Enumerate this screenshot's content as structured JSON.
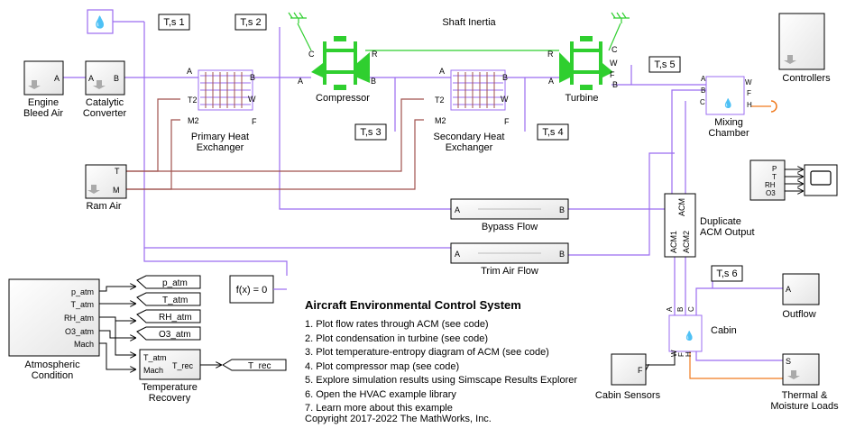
{
  "title": "Aircraft Environmental Control System",
  "links": [
    "1. Plot flow rates through ACM (see code)",
    "2. Plot condensation in turbine (see code)",
    "3. Plot temperature-entropy diagram of ACM (see code)",
    "4. Plot compressor map (see code)",
    "5. Explore simulation results using Simscape Results Explorer",
    "6. Open the HVAC example library",
    "7. Learn more about this example"
  ],
  "copyright": "Copyright 2017-2022 The MathWorks, Inc.",
  "blocks": {
    "engine_bleed": {
      "line1": "Engine",
      "line2": "Bleed Air",
      "port": "A"
    },
    "catalytic": {
      "line1": "Catalytic",
      "line2": "Converter",
      "port_a": "A",
      "port_b": "B"
    },
    "ram_air": {
      "label": "Ram Air",
      "port_t": "T",
      "port_m": "M"
    },
    "primary_hx": {
      "line1": "Primary Heat",
      "line2": "Exchanger",
      "port_a": "A",
      "port_b": "B",
      "port_t2": "T2",
      "port_m2": "M2",
      "port_w": "W",
      "port_f": "F"
    },
    "secondary_hx": {
      "line1": "Secondary Heat",
      "line2": "Exchanger",
      "port_a": "A",
      "port_b": "B",
      "port_t2": "T2",
      "port_m2": "M2",
      "port_w": "W",
      "port_f": "F"
    },
    "compressor": {
      "label": "Compressor",
      "port_a": "A",
      "port_b": "B",
      "port_c": "C",
      "port_r": "R"
    },
    "turbine": {
      "label": "Turbine",
      "port_a": "A",
      "port_b": "B",
      "port_c": "C",
      "port_r": "R",
      "port_w": "W",
      "port_f": "F"
    },
    "shaft": {
      "label": "Shaft Inertia"
    },
    "mixing": {
      "line1": "Mixing",
      "line2": "Chamber",
      "port_a": "A",
      "port_b": "B",
      "port_c": "C",
      "port_w": "W",
      "port_f": "F",
      "port_h": "H"
    },
    "controllers": {
      "label": "Controllers"
    },
    "bypass": {
      "label": "Bypass Flow",
      "port_a": "A",
      "port_b": "B"
    },
    "trim": {
      "label": "Trim Air Flow",
      "port_a": "A",
      "port_b": "B"
    },
    "dup_acm": {
      "line1": "Duplicate",
      "line2": "ACM Output",
      "acm": "ACM",
      "acm1": "ACM1",
      "acm2": "ACM2"
    },
    "scope_mux": {
      "p": "P",
      "t": "T",
      "rh": "RH",
      "o3": "O3"
    },
    "atmospheric": {
      "line1": "Atmospheric",
      "line2": "Condition",
      "ports": [
        "p_atm",
        "T_atm",
        "RH_atm",
        "O3_atm",
        "Mach"
      ]
    },
    "temp_recovery": {
      "line1": "Temperature",
      "line2": "Recovery",
      "in1": "T_atm",
      "in2": "Mach",
      "out": "T_rec"
    },
    "goto_tags": [
      "p_atm",
      "T_atm",
      "RH_atm",
      "O3_atm"
    ],
    "trec_tag": "T_rec",
    "fx": "f(x) = 0",
    "cabin": {
      "label": "Cabin",
      "ports": [
        "A",
        "B",
        "C"
      ],
      "bottom_ports": [
        "W",
        "F",
        "H"
      ]
    },
    "outflow": {
      "label": "Outflow",
      "port": "A"
    },
    "cabin_sensors": {
      "label": "Cabin Sensors",
      "port": "F"
    },
    "thermal": {
      "line1": "Thermal &",
      "line2": "Moisture Loads",
      "port": "S"
    },
    "ts": [
      "T,s 1",
      "T,s 2",
      "T,s 3",
      "T,s 4",
      "T,s 5",
      "T,s 6"
    ]
  },
  "colors": {
    "gas": "#9b6cf0",
    "thermal_line": "#a0524e",
    "orange": "#f07a1e",
    "green": "#2fcf2f",
    "block_border": "#000000"
  }
}
